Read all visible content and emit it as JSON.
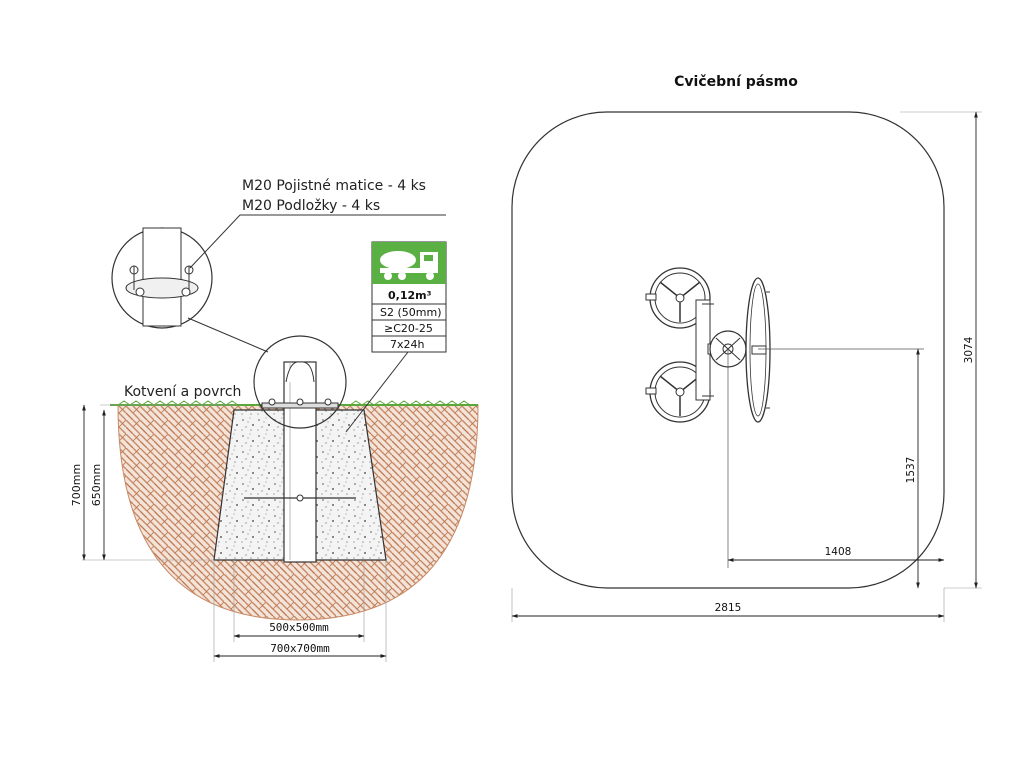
{
  "callout": {
    "line1": "M20 Pojistné matice - 4 ks",
    "line2": "M20 Podložky - 4 ks"
  },
  "ground_label": "Kotvení a povrch",
  "concrete_box": {
    "volume": "0,12m³",
    "slump": "S2 (50mm)",
    "strength": "≥C20-25",
    "cure": "7x24h"
  },
  "foundation_dims": {
    "depth_outer": "700mm",
    "depth_inner": "650mm",
    "width_inner": "500x500mm",
    "width_outer": "700x700mm"
  },
  "zone": {
    "title": "Cvičební pásmo",
    "width": "2815",
    "height": "3074",
    "offset_x": "1408",
    "offset_y": "1537"
  },
  "colors": {
    "soil": "#c98a66",
    "grass": "#5aa83a",
    "truck": "#5bb044",
    "line": "#333333"
  }
}
